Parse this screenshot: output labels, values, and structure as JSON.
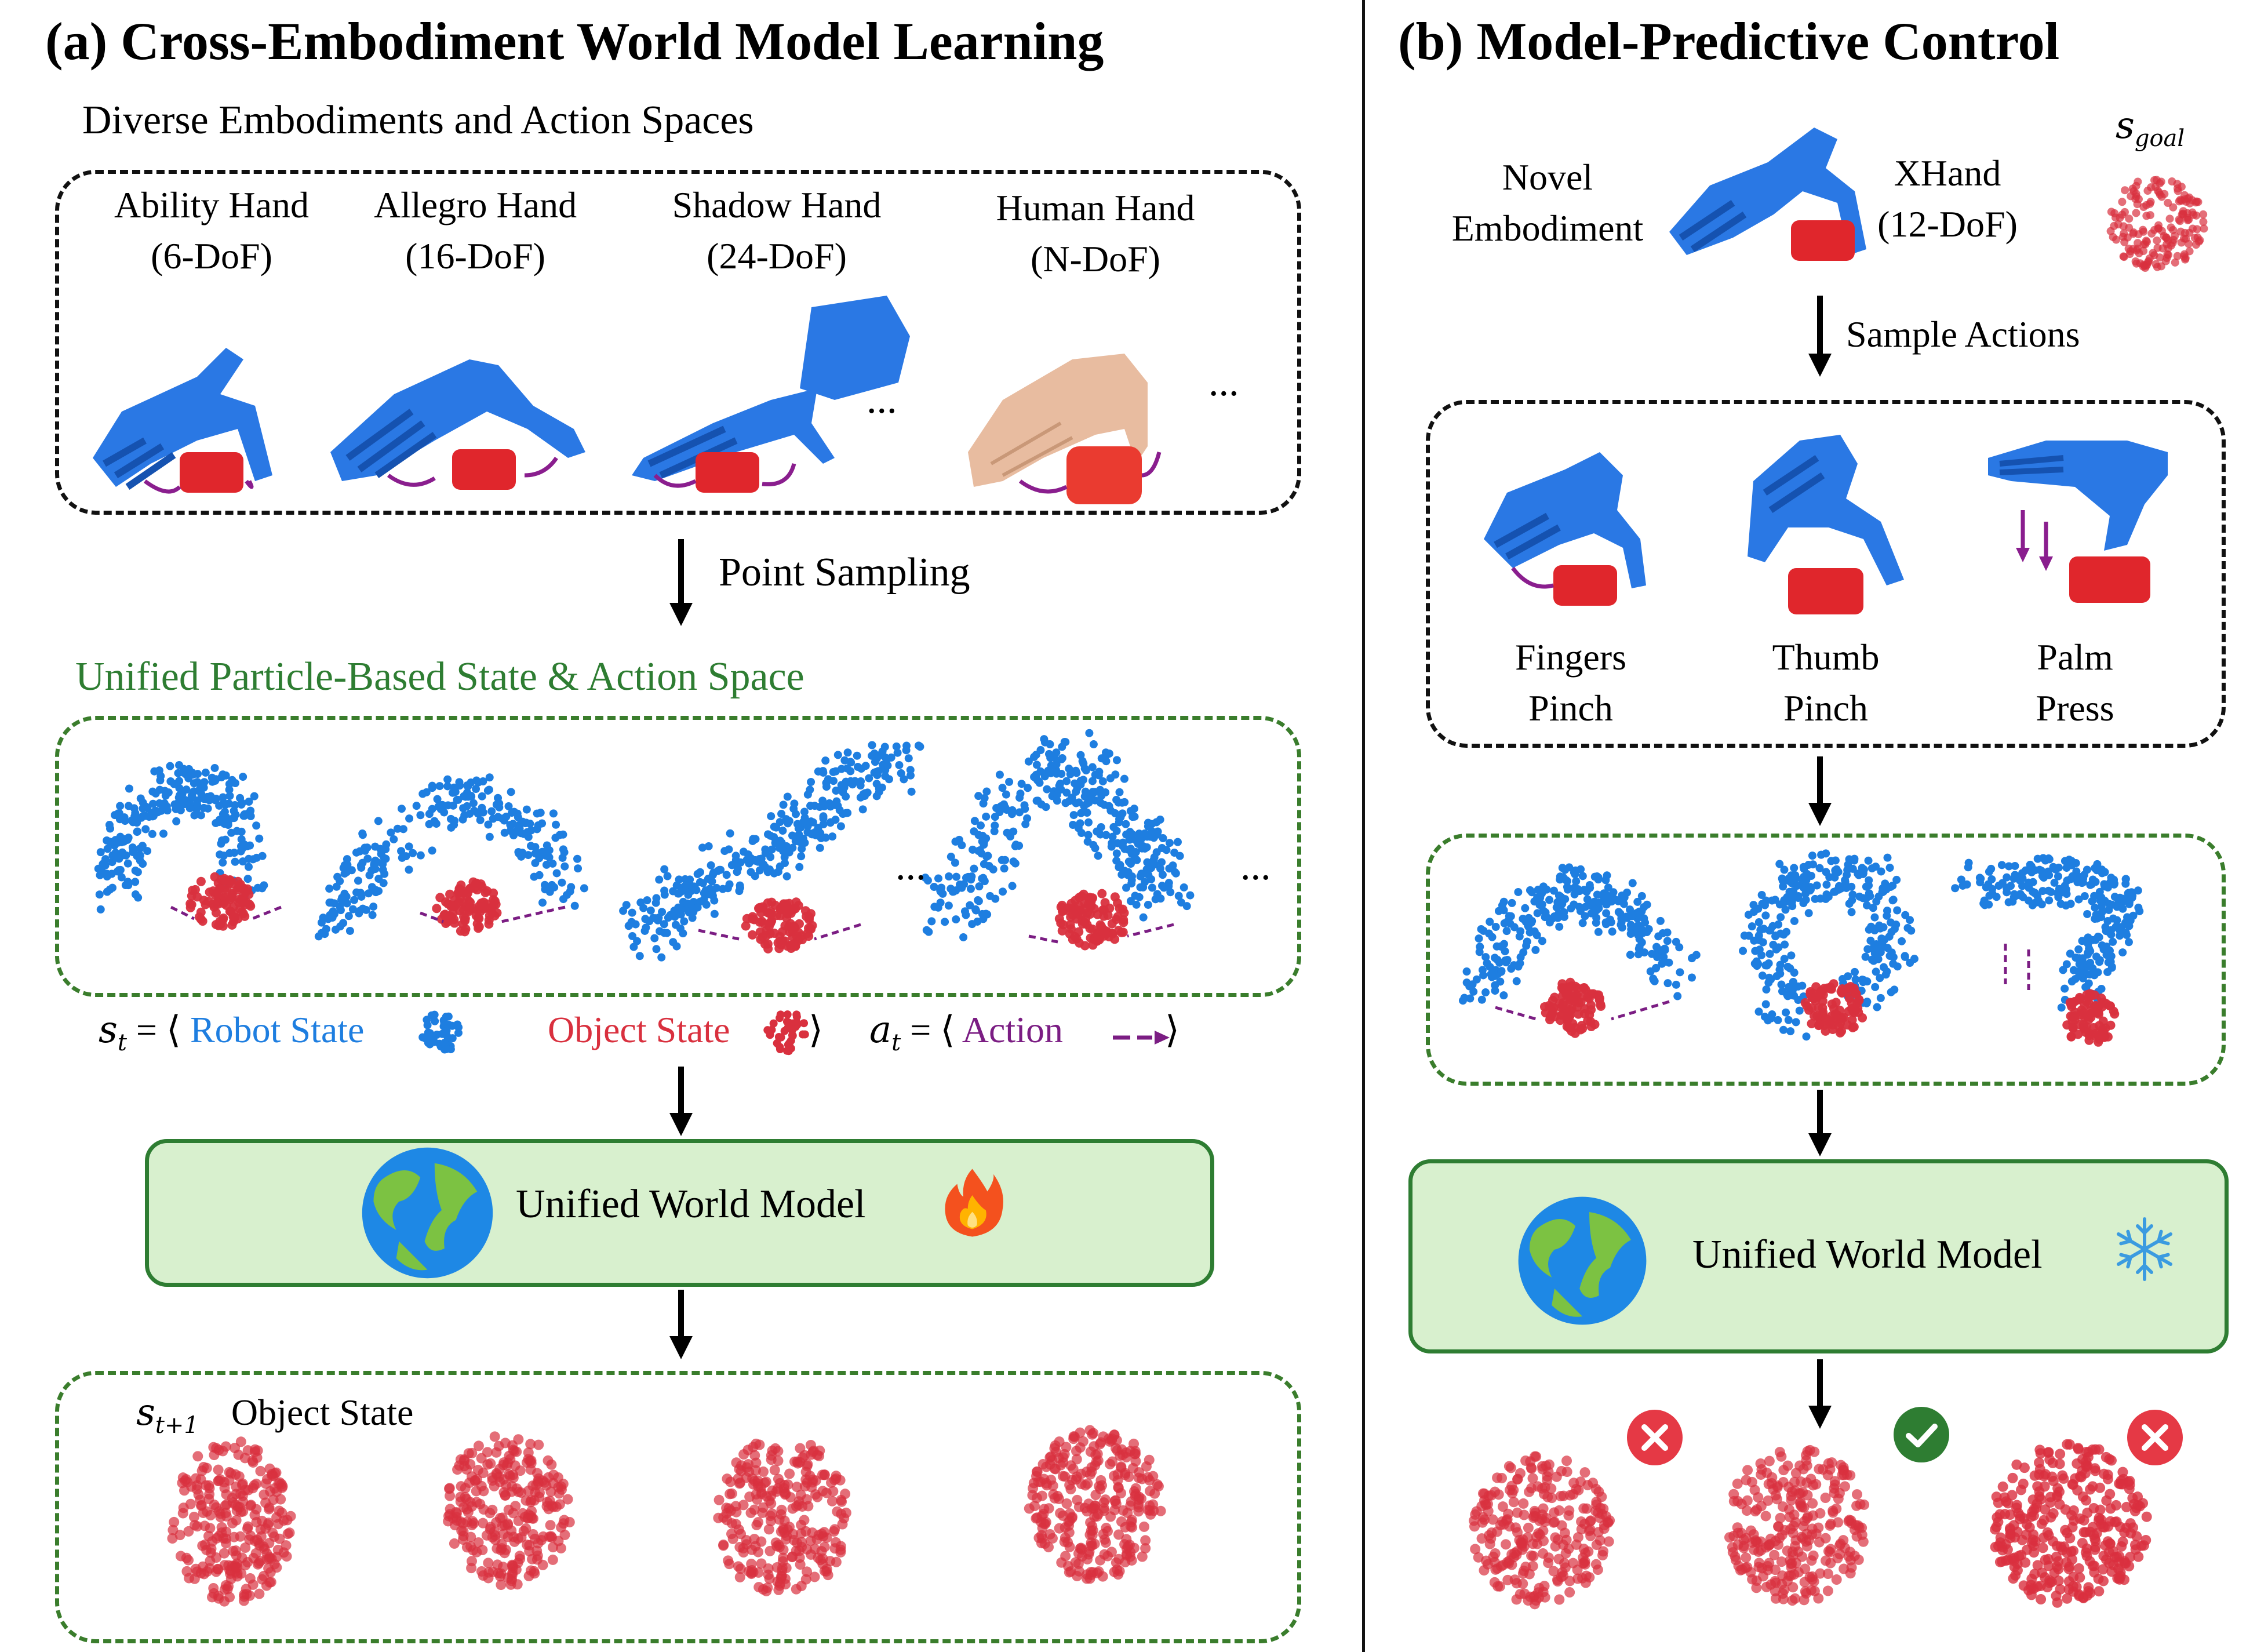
{
  "panel_a": {
    "title": "(a) Cross-Embodiment World Model Learning",
    "diverse_heading": "Diverse Embodiments and Action Spaces",
    "hands": [
      {
        "name": "Ability Hand",
        "dof": "(6-DoF)"
      },
      {
        "name": "Allegro Hand",
        "dof": "(16-DoF)"
      },
      {
        "name": "Shadow Hand",
        "dof": "(24-DoF)"
      },
      {
        "name": "Human Hand",
        "dof": "(N-DoF)"
      }
    ],
    "ellipsis": "...",
    "point_sampling": "Point Sampling",
    "unified_heading": "Unified Particle-Based State & Action Space",
    "eq": {
      "s_t": "s",
      "s_sub": "t",
      "eq_open": " = ⟨ ",
      "robot_state": "Robot State",
      "object_state": "Object State",
      "close": " ⟩",
      "a_t": "a",
      "a_sub": "t",
      "action": "Action",
      "action_close": " ⟩"
    },
    "world_model_label": "Unified World Model",
    "next_state_symbol": "s",
    "next_state_sub": "t+1",
    "next_state_label": "Object State"
  },
  "panel_b": {
    "title": "(b) Model-Predictive Control",
    "novel_line1": "Novel",
    "novel_line2": "Embodiment",
    "xhand_line1": "XHand",
    "xhand_line2": "(12-DoF)",
    "goal_symbol": "s",
    "goal_sub": "goal",
    "sample_actions": "Sample Actions",
    "actions": [
      {
        "line1": "Fingers",
        "line2": "Pinch"
      },
      {
        "line1": "Thumb",
        "line2": "Pinch"
      },
      {
        "line1": "Palm",
        "line2": "Press"
      }
    ],
    "world_model_label": "Unified World Model"
  },
  "colors": {
    "robot_blue": "#1e7ee0",
    "object_red": "#d9303e",
    "action_purple": "#7b1d83",
    "model_fill": "#d8f0ce",
    "model_border": "#2e7d32",
    "success_green": "#2e7d32",
    "fail_red": "#e53945"
  },
  "icons": [
    "earth-icon",
    "fire-icon",
    "snowflake-icon",
    "check-icon",
    "cross-icon"
  ]
}
